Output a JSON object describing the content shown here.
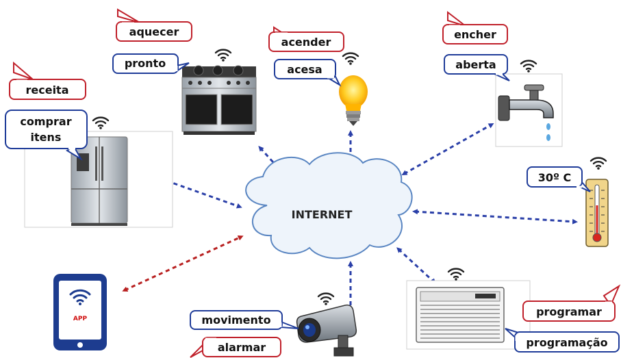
{
  "center": {
    "label": "INTERNET"
  },
  "devices": {
    "stove": {
      "command": "aquecer",
      "status": "pronto"
    },
    "lamp": {
      "command": "acender",
      "status": "acesa"
    },
    "faucet": {
      "command": "encher",
      "status": "aberta"
    },
    "fridge": {
      "command": "receita",
      "status_line1": "comprar",
      "status_line2": "itens"
    },
    "thermometer": {
      "reading": "30º C"
    },
    "phone": {
      "screen_text": "APP"
    },
    "camera": {
      "status": "movimento",
      "command": "alarmar"
    },
    "air_conditioner": {
      "command": "programar",
      "status": "programação"
    }
  },
  "colors": {
    "command_callout_border": "#c0202a",
    "status_callout_border": "#1f3c99",
    "device_link_arrow": "#2a3fa8",
    "app_link_arrow": "#b82020",
    "cloud_fill": "#eef4fb",
    "cloud_border": "#5a86c2",
    "phone_body": "#1d3c8f"
  },
  "icons": [
    "wifi-icon",
    "cloud-icon",
    "stove-icon",
    "lightbulb-icon",
    "faucet-icon",
    "refrigerator-icon",
    "thermometer-icon",
    "smartphone-icon",
    "security-camera-icon",
    "air-conditioner-icon"
  ]
}
